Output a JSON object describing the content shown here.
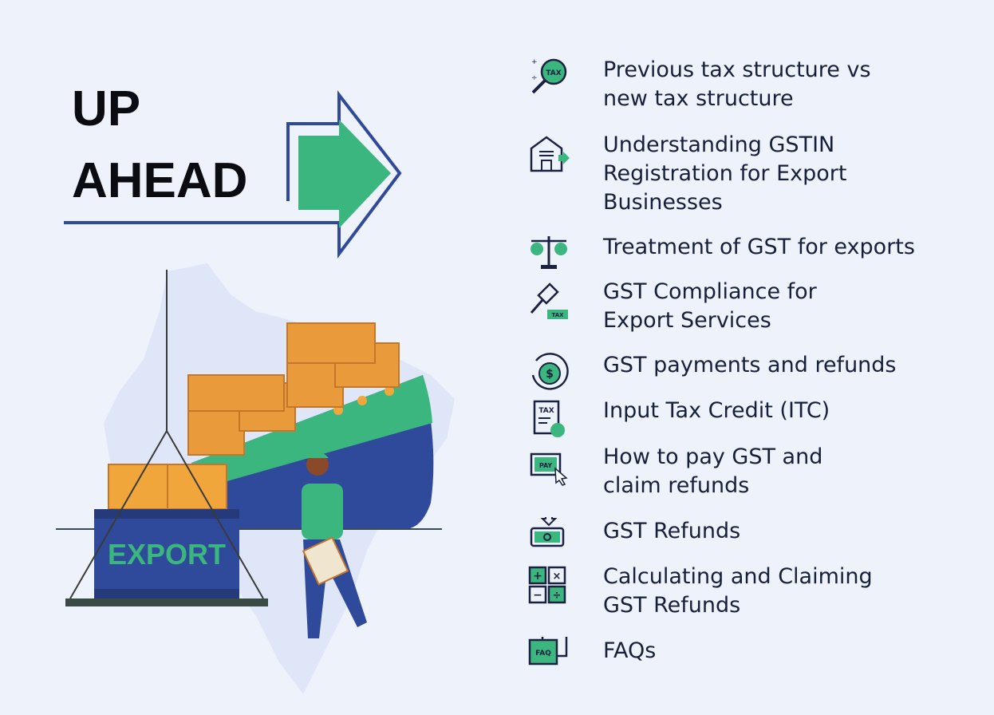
{
  "heading": {
    "line1": "UP",
    "line2": "AHEAD"
  },
  "colors": {
    "background": "#eef2fb",
    "navy": "#2f4a9a",
    "green": "#3cb67f",
    "text": "#17203a"
  },
  "illustration": {
    "container_label": "EXPORT"
  },
  "items": [
    {
      "label": "Previous tax structure vs\nnew tax structure",
      "icon": "magnifier-tax-icon",
      "icon_text": "TAX"
    },
    {
      "label": "Understanding GSTIN\nRegistration for Export\nBusinesses",
      "icon": "warehouse-icon"
    },
    {
      "label": "Treatment of GST for exports",
      "icon": "balance-scale-icon"
    },
    {
      "label": "GST Compliance for\nExport Services",
      "icon": "gavel-tax-icon",
      "icon_text": "TAX"
    },
    {
      "label": "GST payments and refunds",
      "icon": "dollar-refresh-icon"
    },
    {
      "label": "Input Tax Credit (ITC)",
      "icon": "clipboard-tax-icon",
      "icon_text": "TAX"
    },
    {
      "label": "How to pay GST and\nclaim refunds",
      "icon": "pay-screen-icon",
      "icon_text": "PAY"
    },
    {
      "label": "GST Refunds",
      "icon": "cash-download-icon"
    },
    {
      "label": "Calculating and Claiming\nGST Refunds",
      "icon": "calculator-icon"
    },
    {
      "label": "FAQs",
      "icon": "faq-chat-icon",
      "icon_text": "FAQ"
    }
  ]
}
